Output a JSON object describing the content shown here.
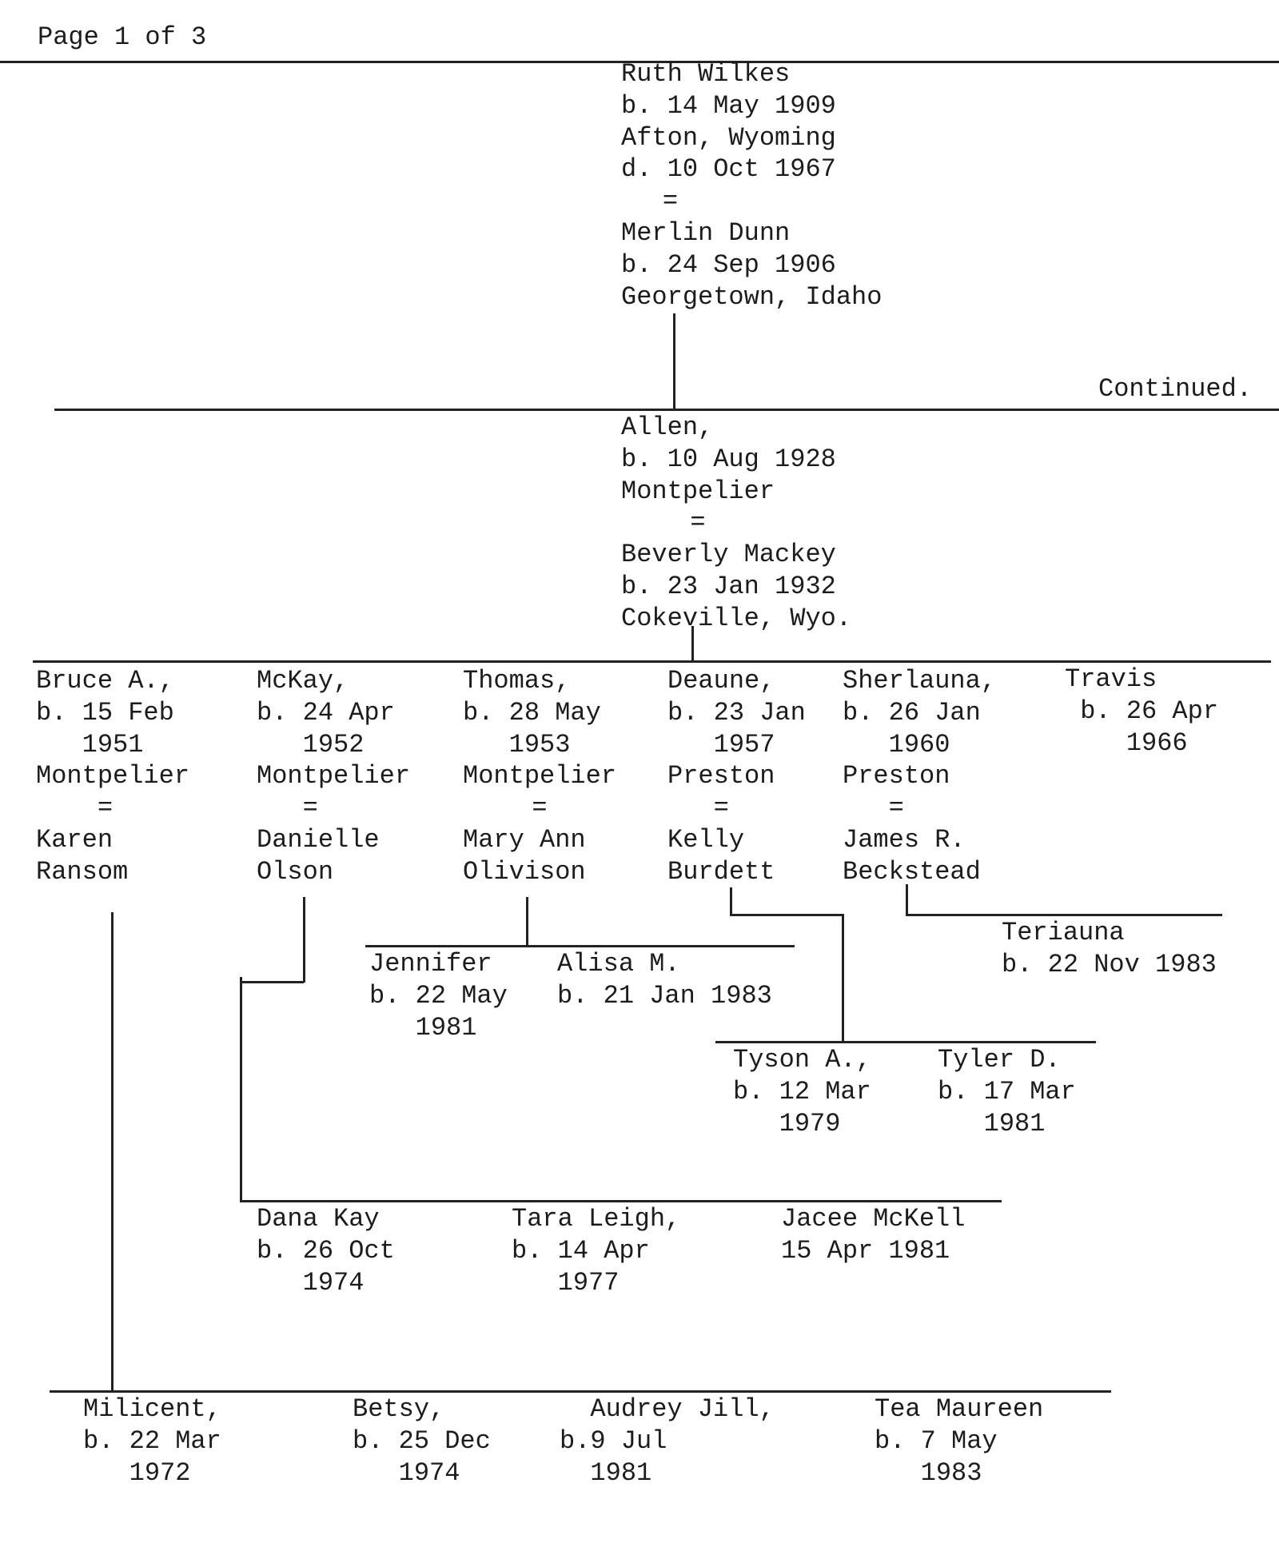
{
  "page_label": "Page 1 of 3",
  "continued_label": "Continued.",
  "eq": "=",
  "root": {
    "lines": [
      "Ruth Wilkes",
      "b. 14 May 1909",
      "Afton, Wyoming",
      "d. 10 Oct 1967"
    ],
    "spouse": [
      "Merlin Dunn",
      "b. 24 Sep 1906",
      "Georgetown, Idaho"
    ]
  },
  "son": {
    "lines": [
      "Allen,",
      "b. 10 Aug 1928",
      "Montpelier"
    ],
    "spouse": [
      "Beverly Mackey",
      "b. 23 Jan 1932",
      "Cokeville, Wyo."
    ]
  },
  "children": [
    {
      "name": "Bruce A.,",
      "born": "b. 15 Feb",
      "year": "1951",
      "place": "Montpelier",
      "spouse": [
        "Karen",
        "Ransom"
      ]
    },
    {
      "name": "McKay,",
      "born": "b. 24 Apr",
      "year": "1952",
      "place": "Montpelier",
      "spouse": [
        "Danielle",
        "Olson"
      ]
    },
    {
      "name": "Thomas,",
      "born": "b. 28 May",
      "year": "1953",
      "place": "Montpelier",
      "spouse": [
        "Mary Ann",
        "Olivison"
      ]
    },
    {
      "name": "Deaune,",
      "born": "b. 23 Jan",
      "year": "1957",
      "place": "Preston",
      "spouse": [
        "Kelly",
        "Burdett"
      ]
    },
    {
      "name": "Sherlauna,",
      "born": "b. 26 Jan",
      "year": "1960",
      "place": "Preston",
      "spouse": [
        "James R.",
        "Beckstead"
      ]
    },
    {
      "name": "Travis",
      "born": "b. 26 Apr",
      "year": "1966"
    }
  ],
  "grandchildren": {
    "thomas": [
      {
        "name": "Jennifer",
        "born": "b. 22 May",
        "year": "1981"
      },
      {
        "name": "Alisa M.",
        "born": "b. 21 Jan 1983"
      }
    ],
    "sherlauna": [
      {
        "name": "Teriauna",
        "born": "b. 22 Nov 1983"
      }
    ],
    "deaune": [
      {
        "name": "Tyson A.,",
        "born": "b. 12 Mar",
        "year": "1979"
      },
      {
        "name": "Tyler D.",
        "born": "b. 17 Mar",
        "year": "1981"
      }
    ],
    "mckay": [
      {
        "name": "Dana Kay",
        "born": "b. 26 Oct",
        "year": "1974"
      },
      {
        "name": "Tara Leigh,",
        "born": "b. 14 Apr",
        "year": "1977"
      },
      {
        "name": "Jacee McKell",
        "born": "15 Apr 1981"
      }
    ],
    "bruce": [
      {
        "name": "Milicent,",
        "born": "b. 22 Mar",
        "year": "1972"
      },
      {
        "name": "Betsy,",
        "born": "b. 25 Dec",
        "year": "1974"
      },
      {
        "name": "Audrey Jill,",
        "born": "b.9 Jul",
        "year": "1981"
      },
      {
        "name": "Tea Maureen",
        "born": "b. 7 May",
        "year": "1983"
      }
    ]
  }
}
